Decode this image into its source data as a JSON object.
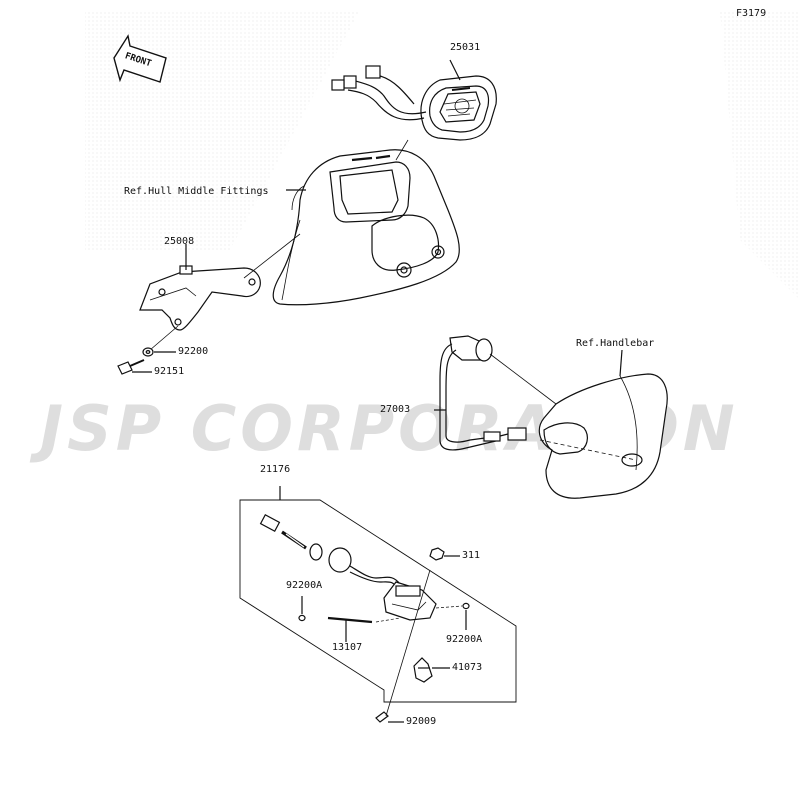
{
  "figure_id": "F3179",
  "watermark": "JSP CORPORATION",
  "front_arrow_label": "FRONT",
  "labels": {
    "p25031": "25031",
    "ref_hull": "Ref.Hull Middle Fittings",
    "p25008": "25008",
    "p92200": "92200",
    "p92151": "92151",
    "ref_handlebar": "Ref.Handlebar",
    "p27003": "27003",
    "p21176": "21176",
    "p311": "311",
    "p92200A_left": "92200A",
    "p92200A_right": "92200A",
    "p13107": "13107",
    "p41073": "41073",
    "p92009": "92009"
  }
}
